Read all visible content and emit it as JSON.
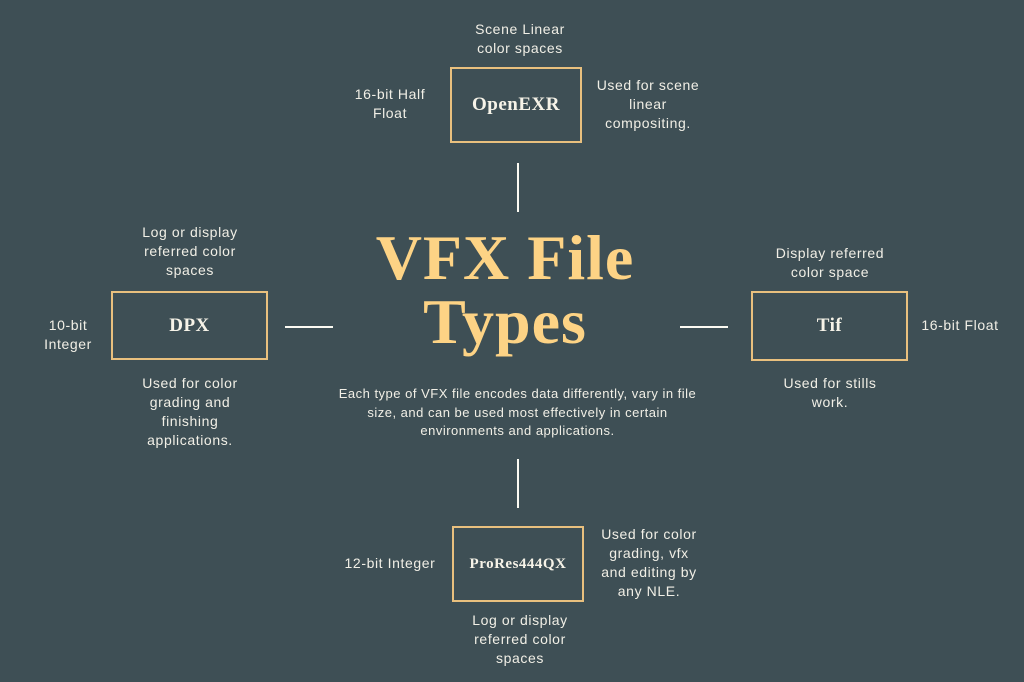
{
  "title": {
    "line1": "VFX File",
    "line2": "Types",
    "color": "#fdd385"
  },
  "subtitle": "Each type of VFX file encodes data differently, vary in file size, and can be used most effectively in certain environments and applications.",
  "colors": {
    "background": "#3e4f55",
    "box_border": "#e9c07e",
    "text": "#f1efe6",
    "connector": "#fbfaf2"
  },
  "nodes": {
    "top": {
      "name": "OpenEXR",
      "color_space": "Scene Linear\ncolor spaces",
      "bit_depth": "16-bit Half\nFloat",
      "usage": "Used for scene\nlinear\ncompositing."
    },
    "left": {
      "name": "DPX",
      "color_space": "Log or display\nreferred color\nspaces",
      "bit_depth": "10-bit\nInteger",
      "usage": "Used for color\ngrading and\nfinishing\napplications."
    },
    "right": {
      "name": "Tif",
      "color_space": "Display referred\ncolor space",
      "bit_depth": "16-bit Float",
      "usage": "Used for stills\nwork."
    },
    "bottom": {
      "name": "ProRes444QX",
      "color_space": "Log or display\nreferred color\nspaces",
      "bit_depth": "12-bit Integer",
      "usage": "Used for color\ngrading, vfx\nand editing by\nany NLE."
    }
  }
}
